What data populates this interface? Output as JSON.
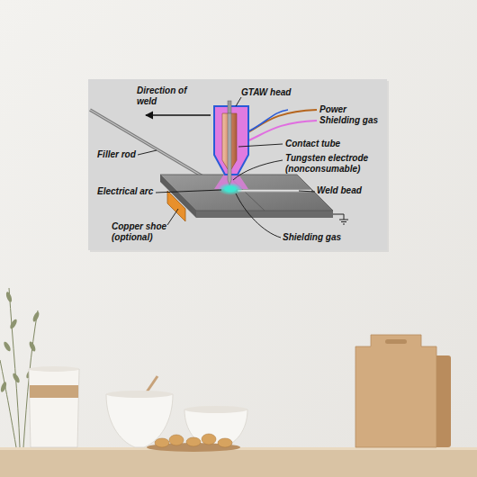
{
  "diagram": {
    "labels": [
      "Direction of weld",
      "GTAW head",
      "Power",
      "Shielding gas",
      "Contact tube",
      "Filler rod",
      "Tungsten electrode (nonconsumable)",
      "Electrical arc",
      "Weld bead",
      "Copper shoe (optional)",
      "Shielding gas"
    ]
  }
}
